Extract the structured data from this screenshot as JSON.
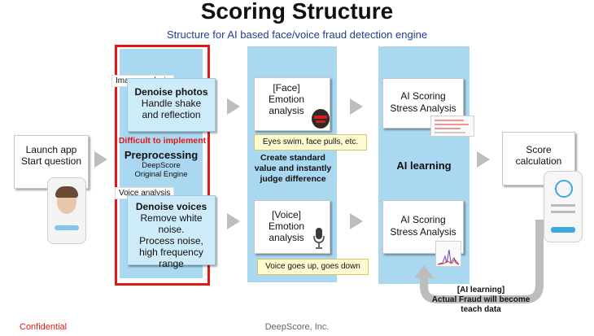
{
  "title": "Scoring Structure",
  "subtitle": "Structure for AI based face/voice fraud detection engine",
  "launch": {
    "line1": "Launch app",
    "line2": "Start question"
  },
  "preprocess": {
    "image_tag": "Image analysis",
    "denoise_photos_title": "Denoise photos",
    "denoise_photos_body": "Handle shake and reflection",
    "difficult": "Difficult to implement",
    "pre_title": "Preprocessing",
    "pre_sub1": "DeepScore",
    "pre_sub2": "Original Engine",
    "voice_tag": "Voice analysis",
    "denoise_voices_title": "Denoise voices",
    "denoise_voices_body1": "Remove white noise.",
    "denoise_voices_body2": "Process noise, high frequency range"
  },
  "emotion": {
    "face_label1": "[Face]",
    "face_label2": "Emotion",
    "face_label3": "analysis",
    "face_note": "Eyes swim, face pulls, etc.",
    "standard": "Create standard value and instantly judge difference",
    "voice_label1": "[Voice]",
    "voice_label2": "Emotion",
    "voice_label3": "analysis",
    "voice_note": "Voice goes up, goes down"
  },
  "ai": {
    "top1": "AI Scoring",
    "top2": "Stress Analysis",
    "middle": "AI learning",
    "bottom1": "AI Scoring",
    "bottom2": "Stress Analysis"
  },
  "score": {
    "line1": "Score",
    "line2": "calculation"
  },
  "feedback": {
    "line1": "[AI learning]",
    "line2": "Actual Fraud will become",
    "line3": "teach data"
  },
  "footer": {
    "left": "Confidential",
    "center": "DeepScore, Inc."
  },
  "colors": {
    "column": "#a9d8f0",
    "red": "#e01818",
    "navy": "#1f3f8f"
  }
}
